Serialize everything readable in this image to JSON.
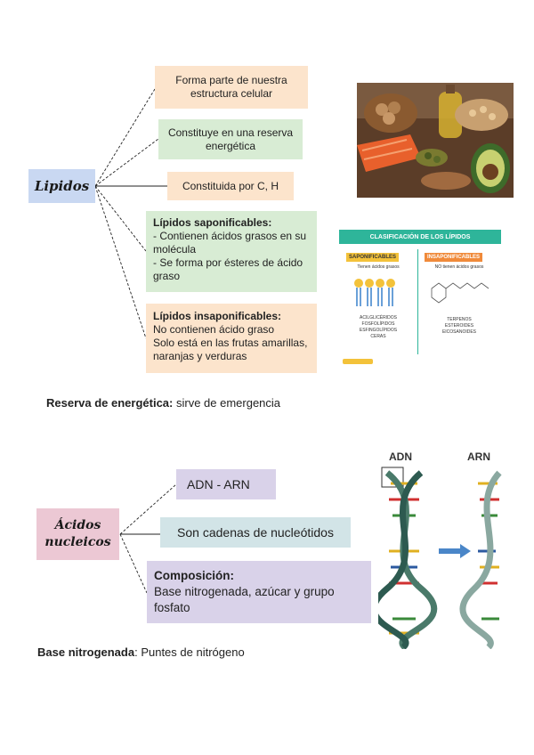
{
  "lipidos": {
    "title": "Lipidos",
    "boxes": {
      "b1": "Forma parte de nuestra estructura celular",
      "b2": "Constituye en una reserva energética",
      "b3": "Constituida por C, H",
      "b4_title": "Lípidos saponificables:",
      "b4_l1": "- Contienen ácidos grasos en su molécula",
      "b4_l2": "- Se forma por ésteres de ácido graso",
      "b5_title": "Lípidos insaponificables:",
      "b5_l1": "No contienen ácido graso",
      "b5_l2": "Solo está en las frutas amarillas, naranjas y verduras"
    },
    "note_bold": "Reserva de energética:",
    "note_rest": " sirve de emergencia"
  },
  "infographic": {
    "title": "CLASIFICACIÓN DE LOS LÍPIDOS",
    "left_tag": "SAPONIFICABLES",
    "left_sub": "Tienen ácidos grasos",
    "left_items": [
      "ACILGLICÉRIDOS",
      "FOSFOLÍPIDOS",
      "ESFINGOLÍPIDOS",
      "CERAS"
    ],
    "right_tag": "INSAPONIFICABLES",
    "right_sub": "NO tienen ácidos grasos",
    "right_items": [
      "TERPENOS",
      "ESTEROIDES",
      "EICOSANOIDES"
    ]
  },
  "acidos": {
    "title_l1": "Ácidos",
    "title_l2": "nucleicos",
    "b1": "ADN - ARN",
    "b2": "Son cadenas de nucleótidos",
    "b3_title": "Composición:",
    "b3_body": "Base nitrogenada, azúcar y grupo fosfato",
    "note_bold": "Base nitrogenada",
    "note_rest": ": Puntes de nitrógeno",
    "dna_label": "ADN",
    "rna_label": "ARN"
  },
  "colors": {
    "blue": "#c9d8f2",
    "peach": "#fce4cc",
    "green": "#d8ecd4",
    "pink": "#ecc8d4",
    "lavender": "#d9d2e9",
    "teal": "#d2e4e7"
  }
}
